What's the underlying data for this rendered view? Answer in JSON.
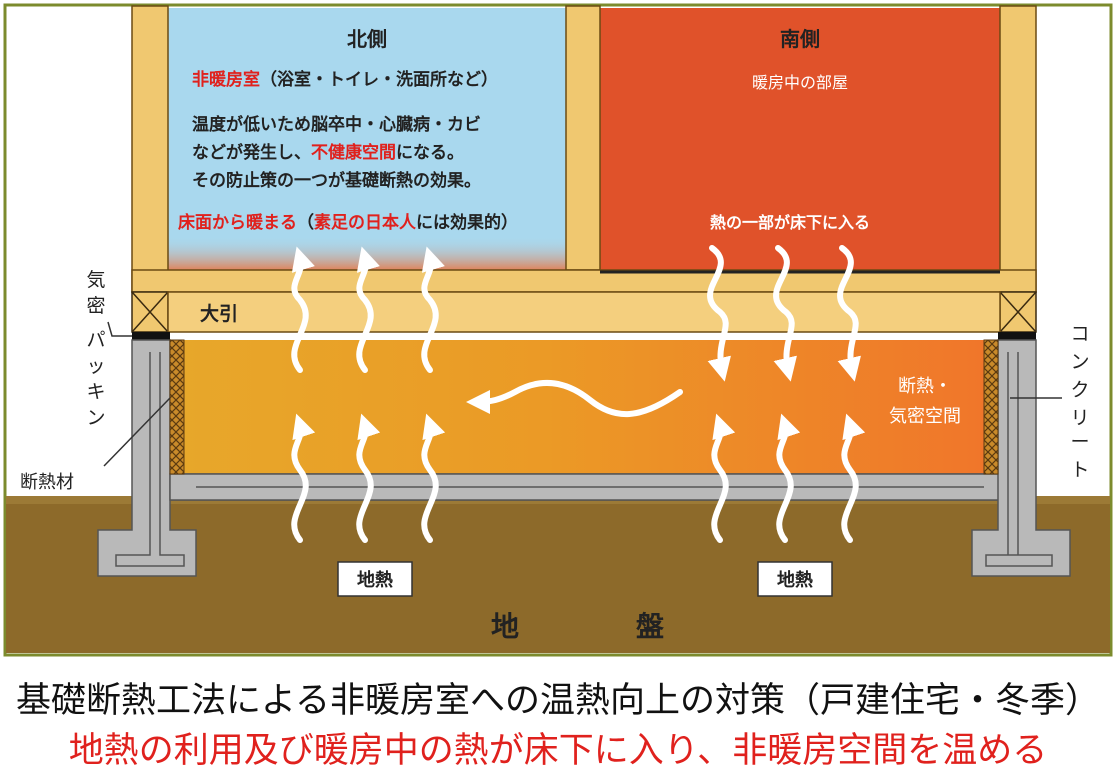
{
  "colors": {
    "north_room": "#a9d8ee",
    "south_room": "#e0522a",
    "timber": "#f0c870",
    "concrete": "#b9b9b9",
    "ground": "#8d6a2a",
    "crawl_left": "#e9a42a",
    "crawl_right": "#ef7a26",
    "accent_red": "#e0211d",
    "frame_border": "#7c8b2d"
  },
  "diagram": {
    "north_title": "北側",
    "south_title": "南側",
    "north_room_label": "非暖房室",
    "north_room_paren": "（浴室・トイレ・洗面所など）",
    "north_line1": "温度が低いため脳卒中・心臓病・カビ",
    "north_line2_pre": "などが発生し、",
    "north_line2_red": "不健康空間",
    "north_line2_post": "になる。",
    "north_line3": "その防止策の一つが基礎断熱の効果。",
    "north_bottom_red": "床面から暖まる",
    "north_bottom_paren_open": "（",
    "north_bottom_red2": "素足の日本人",
    "north_bottom_post": "には効果的）",
    "south_room_label": "暖房中の部屋",
    "south_heat_label": "熱の一部が床下に入る",
    "beam_label": "大引",
    "insulated_space_line1": "断熱・",
    "insulated_space_line2": "気密空間",
    "airtight_packing": [
      "気",
      "密",
      "パ",
      "ッ",
      "キ",
      "ン"
    ],
    "insulation_material": "断熱材",
    "concrete_label": [
      "コ",
      "ン",
      "ク",
      "リ",
      "ー",
      "ト"
    ],
    "geothermal_left": "地熱",
    "geothermal_right": "地熱",
    "ground_char1": "地",
    "ground_char2": "盤"
  },
  "caption": {
    "line1": "基礎断熱工法による非暖房室への温熱向上の対策（戸建住宅・冬季）",
    "line2": "地熱の利用及び暖房中の熱が床下に入り、非暖房空間を温める"
  }
}
